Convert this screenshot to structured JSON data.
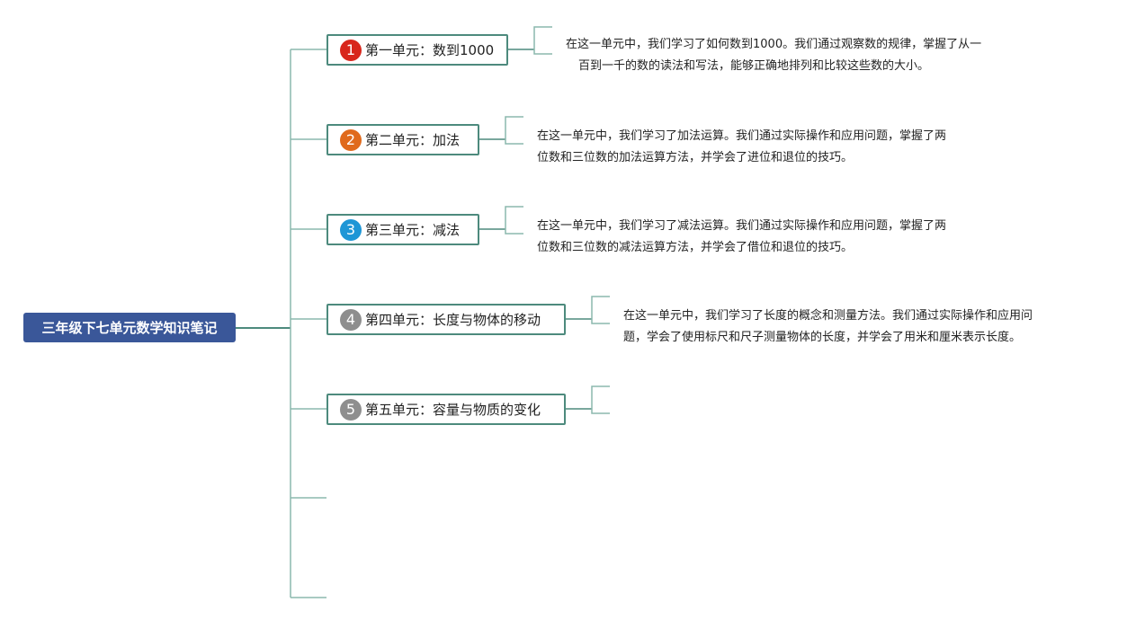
{
  "root": {
    "title": "三年级下七单元数学知识笔记"
  },
  "colors": {
    "root_bg": "#3a5799",
    "connector": "#4d8a7d",
    "connector_light": "#8cb8ad"
  },
  "units": [
    {
      "number": "1",
      "badge_color": "#d8261c",
      "label": "第一单元：数到1000",
      "description": [
        "在这一单元中，我们学习了如何数到1000。我们通过观察数的规律，掌握了从一",
        "百到一千的数的读法和写法，能够正确地排列和比较这些数的大小。"
      ]
    },
    {
      "number": "2",
      "badge_color": "#e06a1c",
      "label": "第二单元：加法",
      "description": [
        "在这一单元中，我们学习了加法运算。我们通过实际操作和应用问题，掌握了两",
        "位数和三位数的加法运算方法，并学会了进位和退位的技巧。"
      ]
    },
    {
      "number": "3",
      "badge_color": "#1e96d6",
      "label": "第三单元：减法",
      "description": [
        "在这一单元中，我们学习了减法运算。我们通过实际操作和应用问题，掌握了两",
        "位数和三位数的减法运算方法，并学会了借位和退位的技巧。"
      ]
    },
    {
      "number": "4",
      "badge_color": "#8e8e8e",
      "label": "第四单元：长度与物体的移动",
      "description": [
        "在这一单元中，我们学习了长度的概念和测量方法。我们通过实际操作和应用问",
        "题，学会了使用标尺和尺子测量物体的长度，并学会了用米和厘米表示长度。"
      ]
    },
    {
      "number": "5",
      "badge_color": "#8e8e8e",
      "label": "第五单元：容量与物质的变化",
      "description": []
    }
  ]
}
